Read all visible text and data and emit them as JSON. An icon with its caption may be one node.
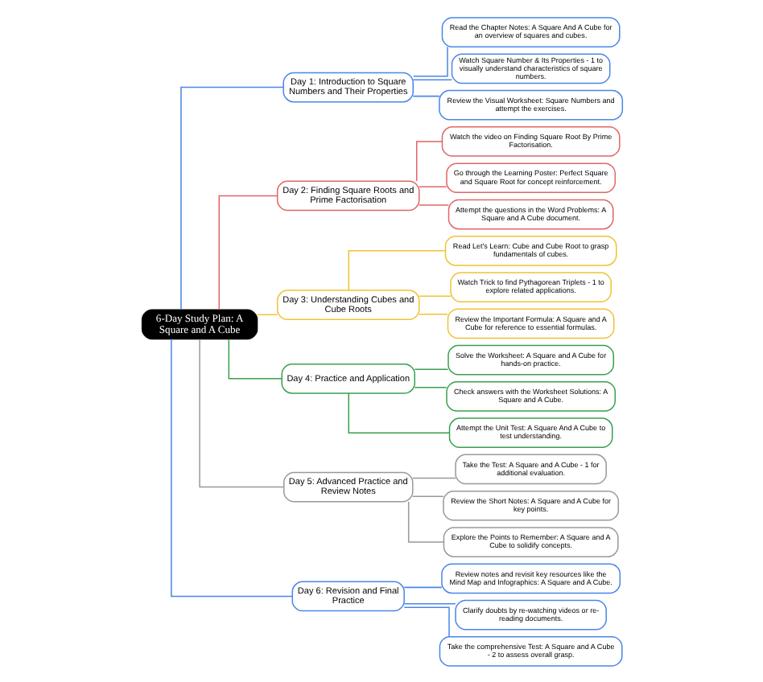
{
  "diagram": {
    "nodes": [
      {
        "text": [
          "6-Day Study Plan: A Square and A Cube"
        ]
      },
      {
        "text": [
          "Day 1: Introduction to Square Numbers and Their Properties"
        ]
      },
      {
        "text": [
          "Read the Chapter Notes: A Square And A Cube for an overview of squares and cubes."
        ]
      },
      {
        "text": [
          "Watch Square Number & Its Properties - 1 to visually understand characteristics of square numbers."
        ]
      },
      {
        "text": [
          "Review the Visual Worksheet: Square Numbers and attempt the exercises."
        ]
      },
      {
        "text": [
          "Day 2: Finding Square Roots and Prime Factorisation"
        ]
      },
      {
        "text": [
          "Watch the video on Finding Square Root By Prime Factorisation."
        ]
      },
      {
        "text": [
          "Go through the Learning Poster: Perfect Square and Square Root for concept reinforcement."
        ]
      },
      {
        "text": [
          "Attempt the questions in the Word Problems: A Square and A Cube document."
        ]
      },
      {
        "text": [
          "Day 3: Understanding Cubes and Cube Roots"
        ]
      },
      {
        "text": [
          "Read Let's Learn: Cube and Cube Root to grasp fundamentals of cubes."
        ]
      },
      {
        "text": [
          "Watch Trick to find Pythagorean Triplets - 1 to explore related applications."
        ]
      },
      {
        "text": [
          "Review the Important Formula: A Square and A Cube for reference to essential formulas."
        ]
      },
      {
        "text": [
          "Day 4: Practice and Application"
        ]
      },
      {
        "text": [
          "Solve the Worksheet: A Square and A Cube for hands-on practice."
        ]
      },
      {
        "text": [
          "Check answers with the Worksheet Solutions: A Square and A Cube."
        ]
      },
      {
        "text": [
          "Attempt the Unit Test: A Square And A Cube to test understanding."
        ]
      },
      {
        "text": [
          "Day 5: Advanced Practice and Review Notes"
        ]
      },
      {
        "text": [
          "Take the Test: A Square and A Cube - 1 for additional evaluation."
        ]
      },
      {
        "text": [
          "Review the Short Notes: A Square and A Cube for key points."
        ]
      },
      {
        "text": [
          "Explore the Points to Remember: A Square and A Cube to solidify concepts."
        ]
      },
      {
        "text": [
          "Day 6: Revision and Final Practice"
        ]
      },
      {
        "text": [
          "Review notes and revisit key resources like the Mind Map and Infographics: A Square and A Cube."
        ]
      },
      {
        "text": [
          "Clarify doubts by re-watching videos or re-reading documents."
        ]
      },
      {
        "text": [
          "Take the comprehensive Test: A Square and A Cube - 2 to assess overall grasp."
        ]
      }
    ],
    "edges": [
      {
        "from": 0,
        "to": 1,
        "arrow": "none",
        "color": "#4a86e8"
      },
      {
        "from": 1,
        "to": 2,
        "arrow": "none",
        "color": "#4a86e8"
      },
      {
        "from": 1,
        "to": 3,
        "arrow": "none",
        "color": "#4a86e8"
      },
      {
        "from": 1,
        "to": 4,
        "arrow": "none",
        "color": "#4a86e8"
      },
      {
        "from": 0,
        "to": 5,
        "arrow": "none",
        "color": "#e06666"
      },
      {
        "from": 5,
        "to": 6,
        "arrow": "none",
        "color": "#e06666"
      },
      {
        "from": 5,
        "to": 7,
        "arrow": "none",
        "color": "#e06666"
      },
      {
        "from": 5,
        "to": 8,
        "arrow": "none",
        "color": "#e06666"
      },
      {
        "from": 0,
        "to": 9,
        "arrow": "none",
        "color": "#f1c232"
      },
      {
        "from": 9,
        "to": 10,
        "arrow": "none",
        "color": "#f1c232"
      },
      {
        "from": 9,
        "to": 11,
        "arrow": "none",
        "color": "#f1c232"
      },
      {
        "from": 9,
        "to": 12,
        "arrow": "none",
        "color": "#f1c232"
      },
      {
        "from": 0,
        "to": 13,
        "arrow": "none",
        "color": "#38a050"
      },
      {
        "from": 13,
        "to": 14,
        "arrow": "none",
        "color": "#38a050"
      },
      {
        "from": 13,
        "to": 15,
        "arrow": "none",
        "color": "#38a050"
      },
      {
        "from": 13,
        "to": 16,
        "arrow": "none",
        "color": "#38a050"
      },
      {
        "from": 0,
        "to": 17,
        "arrow": "none",
        "color": "#999999"
      },
      {
        "from": 17,
        "to": 18,
        "arrow": "none",
        "color": "#999999"
      },
      {
        "from": 17,
        "to": 19,
        "arrow": "none",
        "color": "#999999"
      },
      {
        "from": 17,
        "to": 20,
        "arrow": "none",
        "color": "#999999"
      },
      {
        "from": 0,
        "to": 21,
        "arrow": "none",
        "color": "#4a86e8"
      },
      {
        "from": 21,
        "to": 22,
        "arrow": "none",
        "color": "#4a86e8"
      },
      {
        "from": 21,
        "to": 23,
        "arrow": "none",
        "color": "#4a86e8"
      },
      {
        "from": 21,
        "to": 24,
        "arrow": "none",
        "color": "#4a86e8"
      }
    ]
  }
}
